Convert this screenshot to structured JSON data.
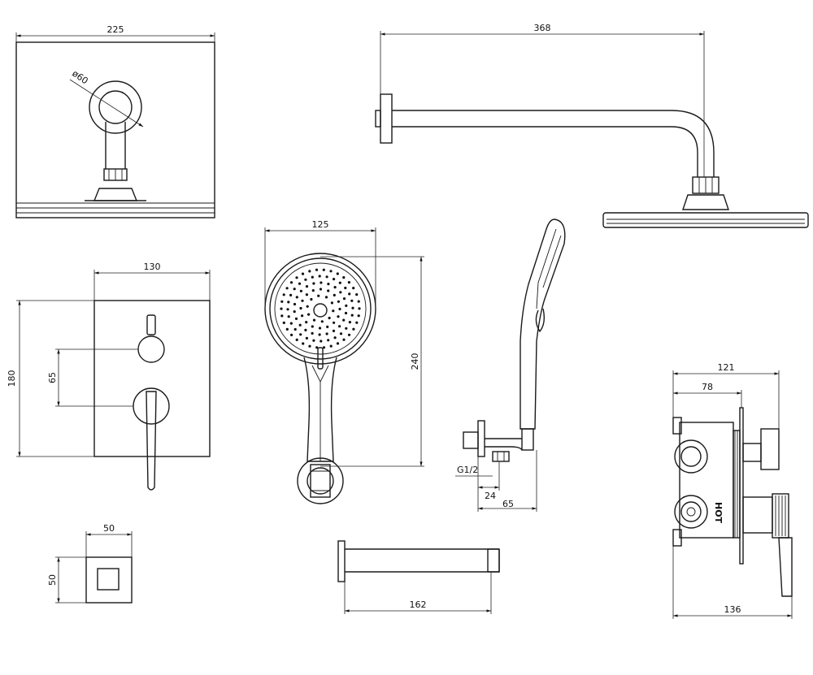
{
  "dimensions": {
    "head_plate_width": "225",
    "head_diameter": "ø60",
    "arm_length": "368",
    "mixer_plate_width": "130",
    "mixer_plate_height": "180",
    "mixer_spacing": "65",
    "handset_head_width": "125",
    "handset_length": "240",
    "thread": "G1/2",
    "bracket_offset": "24",
    "bracket_depth": "65",
    "valve_total_width": "121",
    "valve_body_width": "78",
    "valve_depth": "136",
    "spout_plate_width": "50",
    "spout_plate_height": "50",
    "spout_length": "162"
  },
  "labels": {
    "hot": "HOT"
  }
}
